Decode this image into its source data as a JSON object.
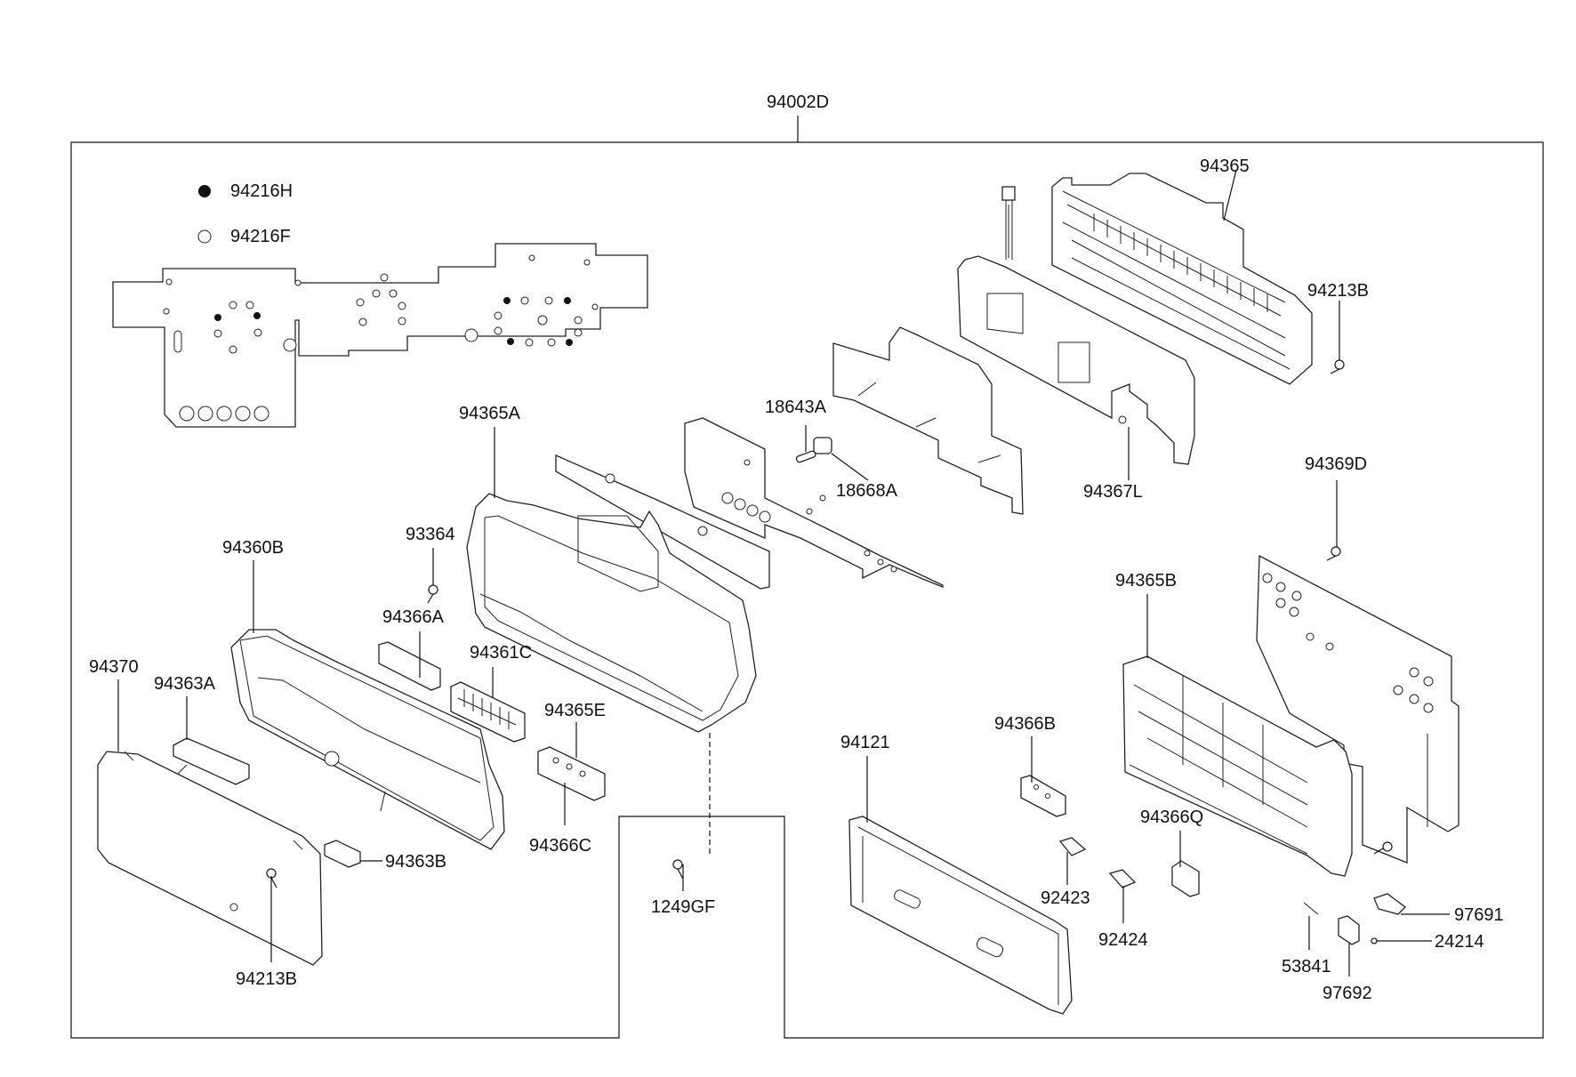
{
  "diagram": {
    "assembly_label": "94002D",
    "legend": [
      {
        "symbol": "filled-circle",
        "label": "94216H"
      },
      {
        "symbol": "open-circle",
        "label": "94216F"
      }
    ],
    "labels": {
      "p94365": "94365",
      "p94213B_top": "94213B",
      "p94367L": "94367L",
      "p18643A": "18643A",
      "p18668A": "18668A",
      "p94365A": "94365A",
      "p94369D": "94369D",
      "p93364": "93364",
      "p94360B": "94360B",
      "p94366A": "94366A",
      "p94365B": "94365B",
      "p94361C": "94361C",
      "p94370": "94370",
      "p94363A": "94363A",
      "p94365E": "94365E",
      "p94366B": "94366B",
      "p94121": "94121",
      "p94366Q": "94366Q",
      "p94366C": "94366C",
      "p94363B": "94363B",
      "p92423": "92423",
      "p1249GF": "1249GF",
      "p97691": "97691",
      "p92424": "92424",
      "p24214": "24214",
      "p53841": "53841",
      "p94213B_bottom": "94213B",
      "p97692": "97692"
    }
  }
}
